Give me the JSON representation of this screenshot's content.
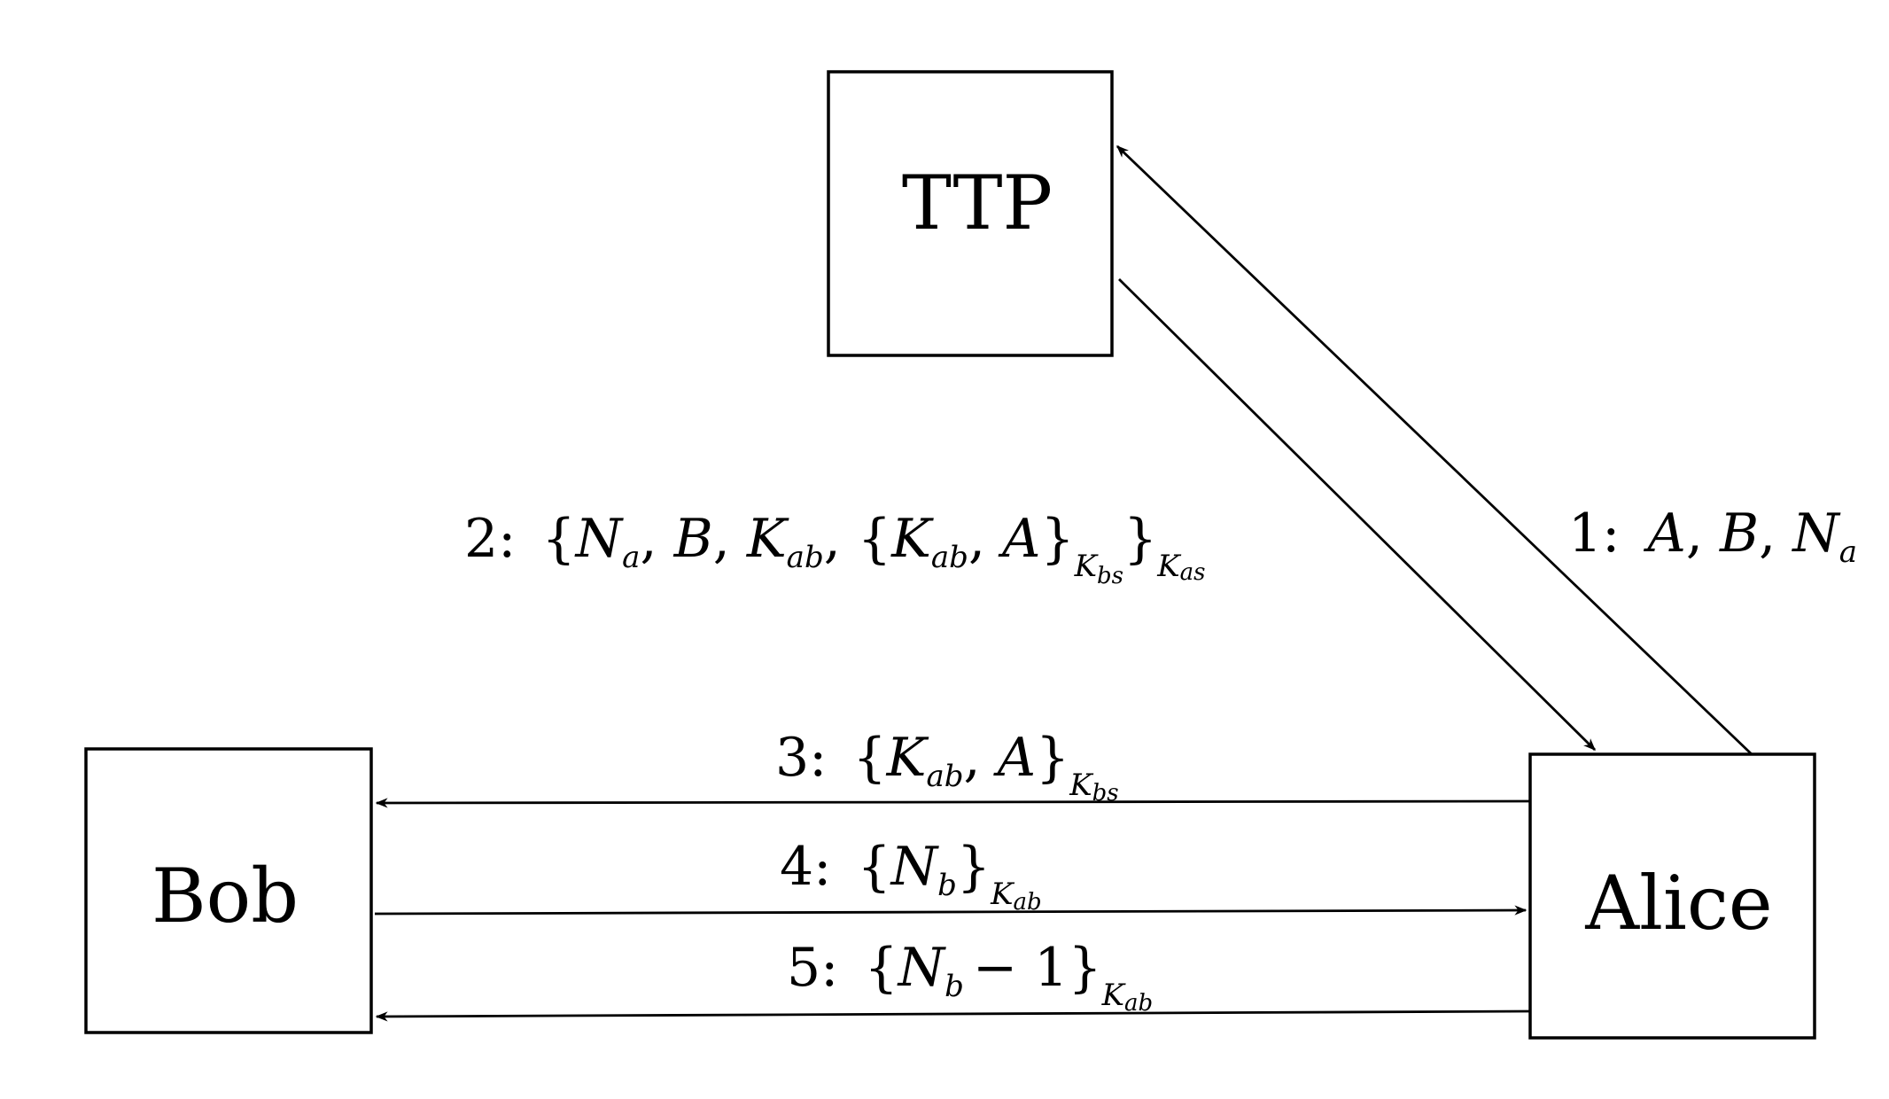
{
  "nodes": {
    "ttp": "TTP",
    "bob": "Bob",
    "alice": "Alice"
  },
  "messages": {
    "m1": {
      "num": "1:",
      "A": "A",
      "B": "B",
      "N": "N",
      "N_sub": "a"
    },
    "m2": {
      "num": "2:",
      "N": "N",
      "N_sub": "a",
      "B": "B",
      "K1": "K",
      "K1_sub": "ab",
      "K2": "K",
      "K2_sub": "ab",
      "A": "A",
      "Kbs": "K",
      "Kbs_sub": "bs",
      "Kas": "K",
      "Kas_sub": "as"
    },
    "m3": {
      "num": "3:",
      "K": "K",
      "K_sub": "ab",
      "A": "A",
      "Kbs": "K",
      "Kbs_sub": "bs"
    },
    "m4": {
      "num": "4:",
      "N": "N",
      "N_sub": "b",
      "Kab": "K",
      "Kab_sub": "ab"
    },
    "m5": {
      "num": "5:",
      "N": "N",
      "N_sub": "b",
      "minus": "− 1",
      "Kab": "K",
      "Kab_sub": "ab"
    }
  }
}
